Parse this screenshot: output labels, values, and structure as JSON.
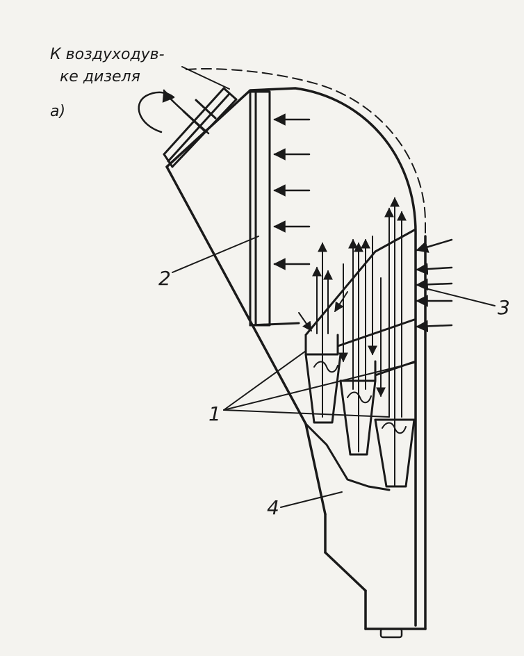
{
  "caption": {
    "line1": "К воздуходув-",
    "line2": "ке дизеля"
  },
  "part_letter": "а)",
  "labels": {
    "one": "1",
    "two": "2",
    "three": "3",
    "four": "4"
  },
  "colors": {
    "ink": "#1a1a1a",
    "paper": "#f4f3ef"
  }
}
